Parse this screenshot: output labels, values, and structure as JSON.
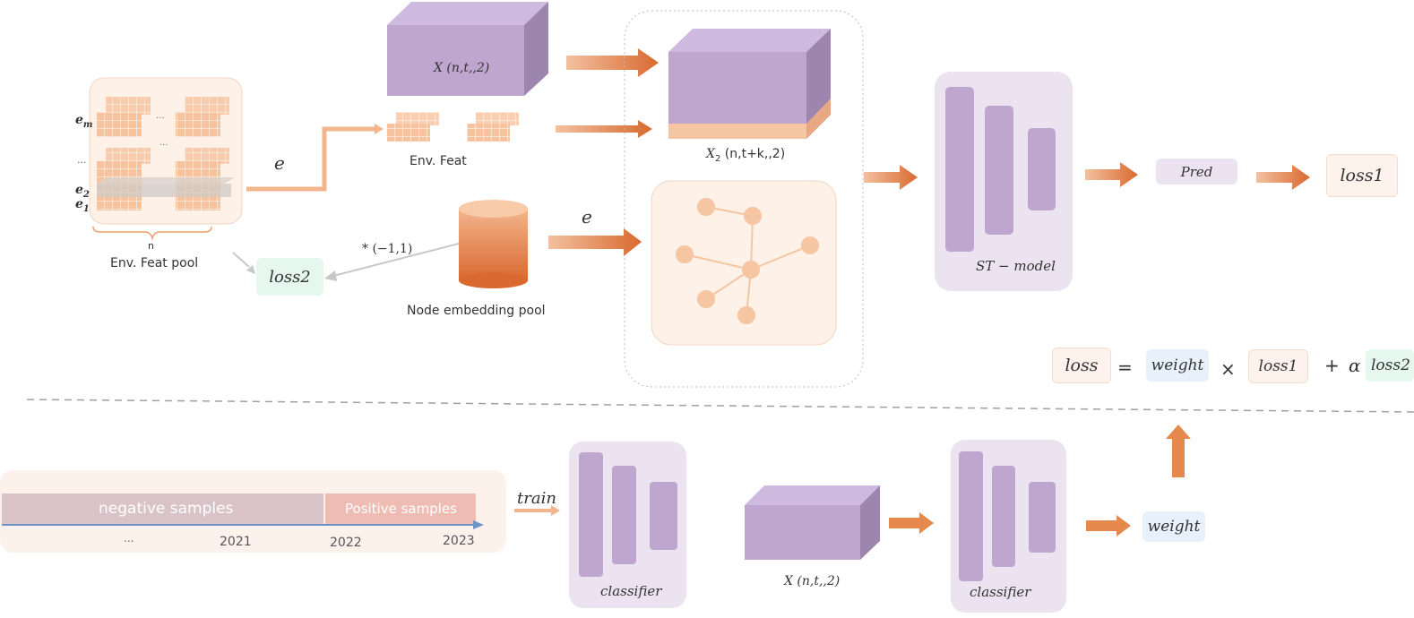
{
  "env_pool": {
    "label": "Env. Feat pool",
    "n_label": "n",
    "row_labels": {
      "em": "e",
      "em_sub": "m",
      "e2": "e",
      "e2_sub": "2",
      "e1": "e",
      "e1_sub": "1"
    },
    "dots": "..."
  },
  "edge_e_top": "e",
  "edge_e_node": "e",
  "tensor_x": "X (n,t,,2)",
  "env_feat_label": "Env. Feat",
  "tensor_x2": {
    "main": "X",
    "sub": "2",
    "rest": " (n,t+k,,2)"
  },
  "node_pool_label": "Node embedding pool",
  "scale_label": "* (−1,1)",
  "loss2": "loss2",
  "st_model": "ST − model",
  "pred": "Pred",
  "loss1": "loss1",
  "equation": {
    "loss": "loss",
    "eq": "=",
    "weight": "weight",
    "times": "×",
    "loss1": "loss1",
    "plus": "+",
    "alpha": "α",
    "loss2": "loss2"
  },
  "timeline": {
    "negative": "negative samples",
    "positive": "Positive samples",
    "dots": "...",
    "y2021": "2021",
    "y2022": "2022",
    "y2023": "2023"
  },
  "train_label": "train",
  "classifier_left": "classifier",
  "tensor_x_bottom": "X (n,t,,2)",
  "classifier_right": "classifier",
  "weight_out": "weight",
  "colors": {
    "purple": "#bfa6cf",
    "purple_light": "#ebe3ef",
    "orange": "#e6894f",
    "peach": "#f6c5a2",
    "green": "#e6f7ee",
    "blue": "#e7f1fb",
    "loss_bg": "#fdf3ec"
  }
}
